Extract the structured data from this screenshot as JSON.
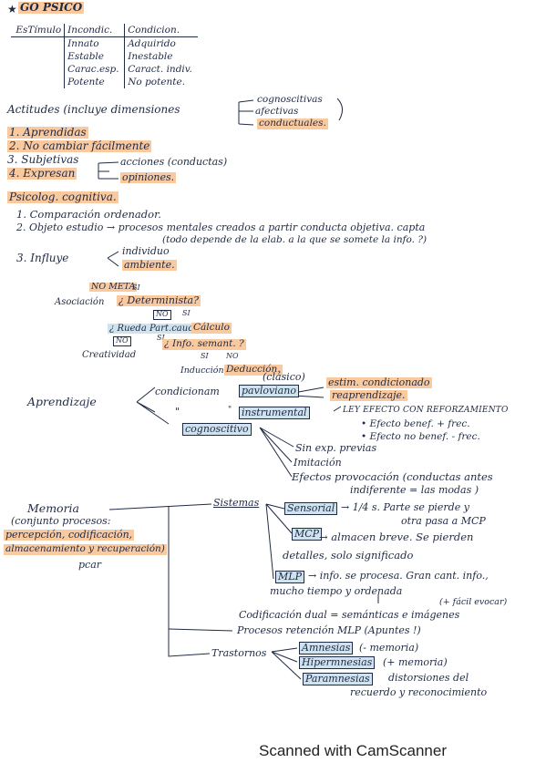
{
  "header": {
    "star": "★",
    "title": "GO PSICO"
  },
  "table": {
    "rows": [
      [
        "EsTímulo",
        "Incondic.",
        "Condicion."
      ],
      [
        "",
        "Innato",
        "Adquirido"
      ],
      [
        "",
        "Estable",
        "Inestable"
      ],
      [
        "",
        "Carac.esp.",
        "Caract. indiv."
      ],
      [
        "",
        "Potente",
        "No potente."
      ]
    ]
  },
  "actitudes": {
    "title": "Actitudes (incluye dimensiones",
    "dims": [
      "cognoscitivas",
      "afectivas",
      "conductuales."
    ],
    "items": [
      "1. Aprendidas",
      "2. No cambiar fácilmente",
      "3. Subjetivas",
      "4. Expresan"
    ],
    "expresan": [
      "acciones (conductas)",
      "opiniones."
    ]
  },
  "psicologia": {
    "title": "Psicolog. cognitiva.",
    "i1": "1. Comparación ordenador.",
    "i2a": "2. Objeto estudio → procesos mentales creados a partir conducta objetiva. capta",
    "i2b": "(todo depende de la elab. a la que se somete la info. ?)",
    "i3": "3. Influye",
    "influye": [
      "individuo",
      "ambiente."
    ]
  },
  "tree": {
    "noMeta": "NO META",
    "si1": "SI",
    "asociacion": "Asociación",
    "determinista": "¿ Determinista?",
    "no2": "NO",
    "si2": "SI",
    "rueda": "¿ Rueda Part.cauce?",
    "calculo": "Cálculo",
    "no3": "NO",
    "si3": "SI",
    "creatividad": "Creatividad",
    "info": "¿ Info. semant. ?",
    "si4": "SI",
    "no4": "NO",
    "induccion": "Inducción",
    "deduccion": "Deducción."
  },
  "aprendizaje": {
    "title": "Aprendizaje",
    "clasico": "(clásico)",
    "condicionam": "condicionam",
    "pavloviano": "pavloviano",
    "estim": "estim. condicionado",
    "reaprendizaje": "reaprendizaje.",
    "dq": "\"",
    "instrumental": "instrumental",
    "ley": "LEY EFECTO CON REFORZAMIENTO",
    "e1": "• Efecto benef. + frec.",
    "e2": "• Efecto no benef. - frec.",
    "cognoscitivo": "cognoscitivo",
    "sin": "Sin exp. previas",
    "imitacion": "Imitación",
    "efectos1": "Efectos provocación (conductas antes",
    "efectos2": "indiferente = las modas )"
  },
  "memoria": {
    "title": "Memoria",
    "sub": [
      "(conjunto procesos:",
      "percepción, codificación,",
      "almacenamiento y recuperación)",
      "pcar"
    ],
    "sistemas": "Sistemas",
    "sensorial": "Sensorial",
    "sens1": "→ 1/4 s. Parte se pierde y",
    "sens2": "otra pasa a MCP",
    "mcp": "MCP",
    "mcp1": "→ almacen breve. Se pierden",
    "mcp2": "detalles, solo significado",
    "mlp": "MLP",
    "mlp1": "→ info. se procesa. Gran cant. info.,",
    "mlp2": "mucho tiempo y ordenada",
    "facil": "(+ fácil evocar)",
    "cod": "Codificación dual = semánticas e imágenes",
    "proc": "Procesos retención MLP (Apuntes !)",
    "trastornos": "Trastornos",
    "amnesias": "Amnesias",
    "amnesiasT": "(- memoria)",
    "hiper": "Hipermnesias",
    "hiperT": "(+ memoria)",
    "para": "Paramnesias",
    "paraT": "distorsiones del",
    "paraT2": "recuerdo y reconocimiento"
  },
  "footer": {
    "text": "Scanned with CamScanner"
  }
}
